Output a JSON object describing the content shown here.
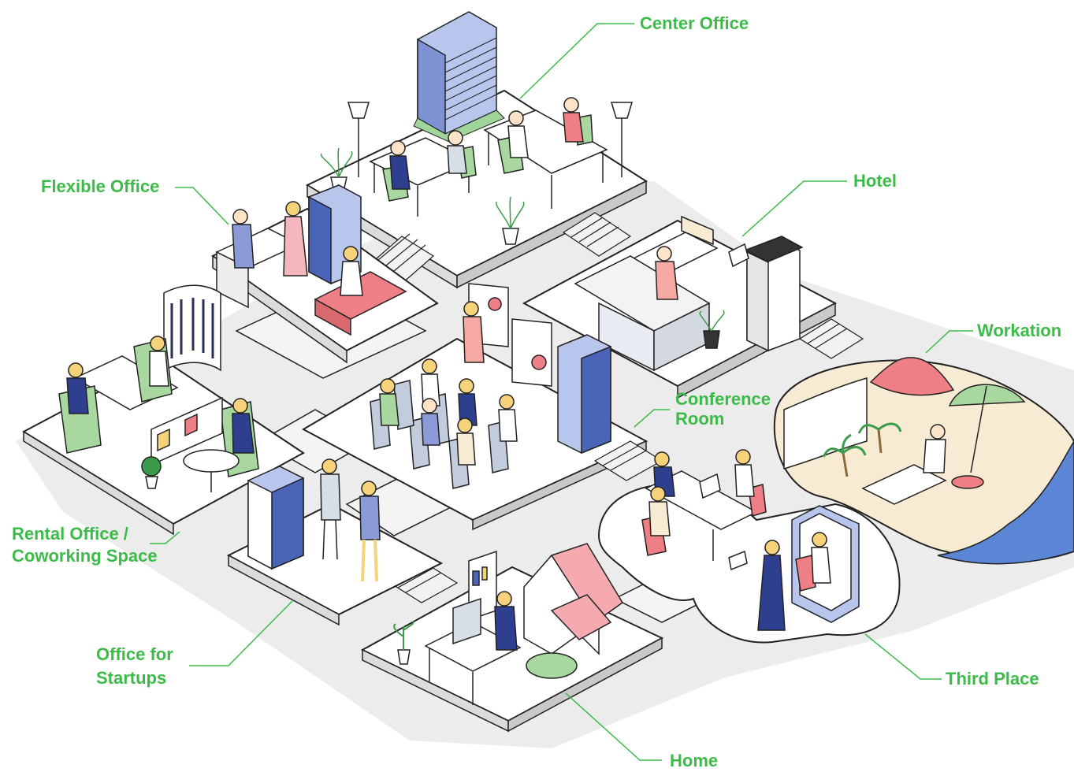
{
  "theme": {
    "label_color": "#3dbb49",
    "leader_color": "#3dbb49",
    "platform_fill": "#ffffff",
    "platform_stroke": "#222222",
    "shadow_color": "#e3e3e3",
    "building_blue": "#4a64b8",
    "building_light": "#b8c6ee",
    "accent_pink": "#ef7f86",
    "chair_green": "#a8d8a0",
    "sand": "#f7ecd3",
    "sea": "#5b86d6"
  },
  "labels": {
    "center_office": "Center Office",
    "hotel": "Hotel",
    "flexible_office": "Flexible Office",
    "workation": "Workation",
    "conference_room": [
      "Conference",
      "Room"
    ],
    "rental_office": [
      "Rental Office /",
      "Coworking Space"
    ],
    "office_for_startups": [
      "Office for",
      "Startups"
    ],
    "third_place": "Third Place",
    "home": "Home"
  },
  "icons": {
    "building": "office-building-icon",
    "person": "person-icon",
    "plant": "potted-plant-icon",
    "lamp": "floor-lamp-icon",
    "stairs": "stairs-icon",
    "house": "house-icon",
    "palm": "palm-tree-icon",
    "umbrella": "beach-umbrella-icon",
    "laptop": "laptop-icon",
    "chair": "chair-icon",
    "whiteboard": "whiteboard-icon",
    "mountain": "mountain-icon"
  }
}
